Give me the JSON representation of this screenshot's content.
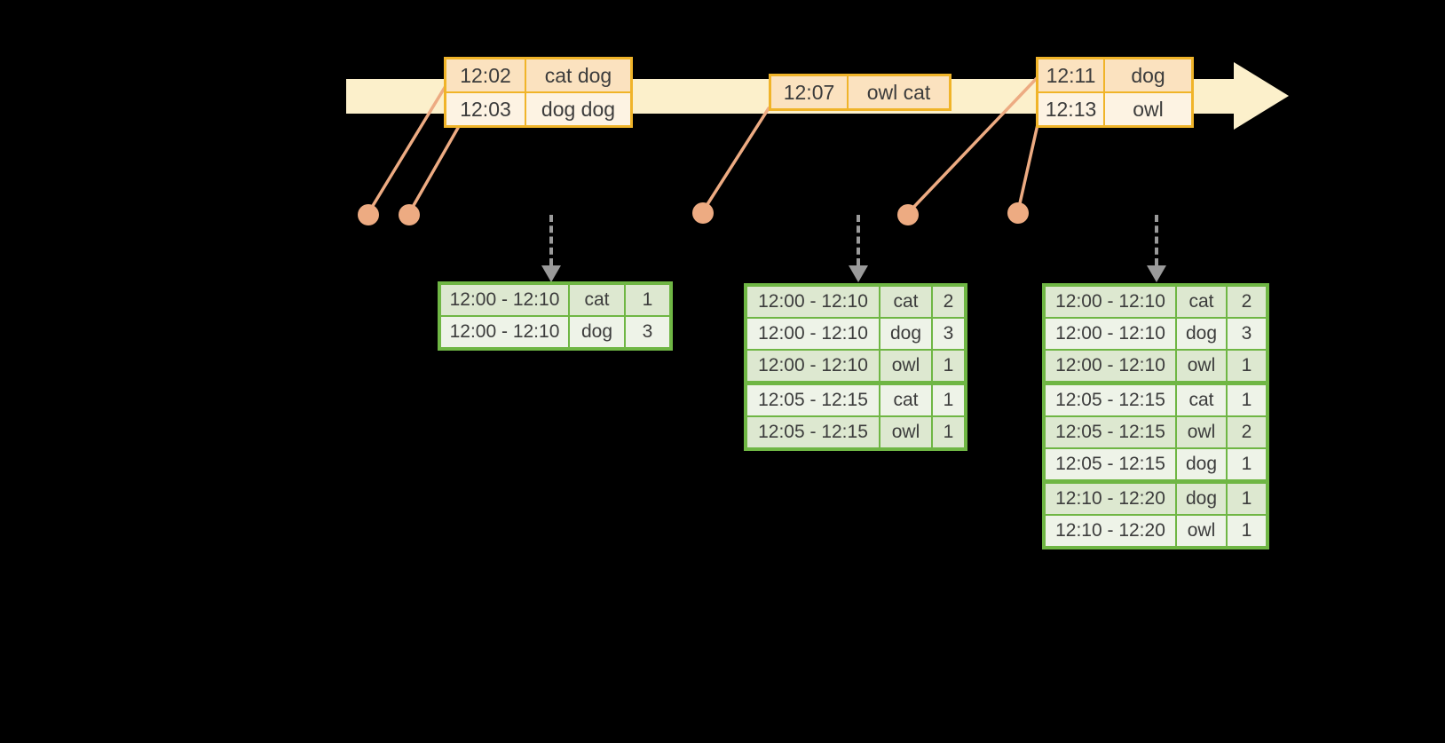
{
  "colors": {
    "background": "#000000",
    "timeline_fill": "#fcf0cb",
    "event_border": "#f0b429",
    "event_fill_dark": "#fbe2bf",
    "event_fill_light": "#fdf3e3",
    "connector_salmon": "#edab82",
    "trigger_gray": "#9a9a9a",
    "result_border": "#6fb644",
    "result_fill_dark": "#dde8d0",
    "result_fill_light": "#eef3e8",
    "text": "#3c3c3c"
  },
  "icons": {
    "timeline_arrowhead": "right-arrowhead",
    "trigger_arrow": "dashed-down-arrow",
    "event_dot": "filled-circle"
  },
  "events": [
    {
      "rows": [
        {
          "time": "12:02",
          "words": "cat dog"
        },
        {
          "time": "12:03",
          "words": "dog dog"
        }
      ]
    },
    {
      "rows": [
        {
          "time": "12:07",
          "words": "owl cat"
        }
      ]
    },
    {
      "rows": [
        {
          "time": "12:11",
          "words": "dog"
        },
        {
          "time": "12:13",
          "words": "owl"
        }
      ]
    }
  ],
  "results": [
    {
      "rows": [
        {
          "window": "12:00 - 12:10",
          "word": "cat",
          "count": "1",
          "new_group": true
        },
        {
          "window": "12:00 - 12:10",
          "word": "dog",
          "count": "3"
        }
      ]
    },
    {
      "rows": [
        {
          "window": "12:00 - 12:10",
          "word": "cat",
          "count": "2",
          "new_group": true
        },
        {
          "window": "12:00 - 12:10",
          "word": "dog",
          "count": "3"
        },
        {
          "window": "12:00 - 12:10",
          "word": "owl",
          "count": "1"
        },
        {
          "window": "12:05 - 12:15",
          "word": "cat",
          "count": "1",
          "new_group": true
        },
        {
          "window": "12:05 - 12:15",
          "word": "owl",
          "count": "1"
        }
      ]
    },
    {
      "rows": [
        {
          "window": "12:00 - 12:10",
          "word": "cat",
          "count": "2",
          "new_group": true
        },
        {
          "window": "12:00 - 12:10",
          "word": "dog",
          "count": "3"
        },
        {
          "window": "12:00 - 12:10",
          "word": "owl",
          "count": "1"
        },
        {
          "window": "12:05 - 12:15",
          "word": "cat",
          "count": "1",
          "new_group": true
        },
        {
          "window": "12:05 - 12:15",
          "word": "owl",
          "count": "2"
        },
        {
          "window": "12:05 - 12:15",
          "word": "dog",
          "count": "1"
        },
        {
          "window": "12:10 - 12:20",
          "word": "dog",
          "count": "1",
          "new_group": true
        },
        {
          "window": "12:10 - 12:20",
          "word": "owl",
          "count": "1"
        }
      ]
    }
  ]
}
